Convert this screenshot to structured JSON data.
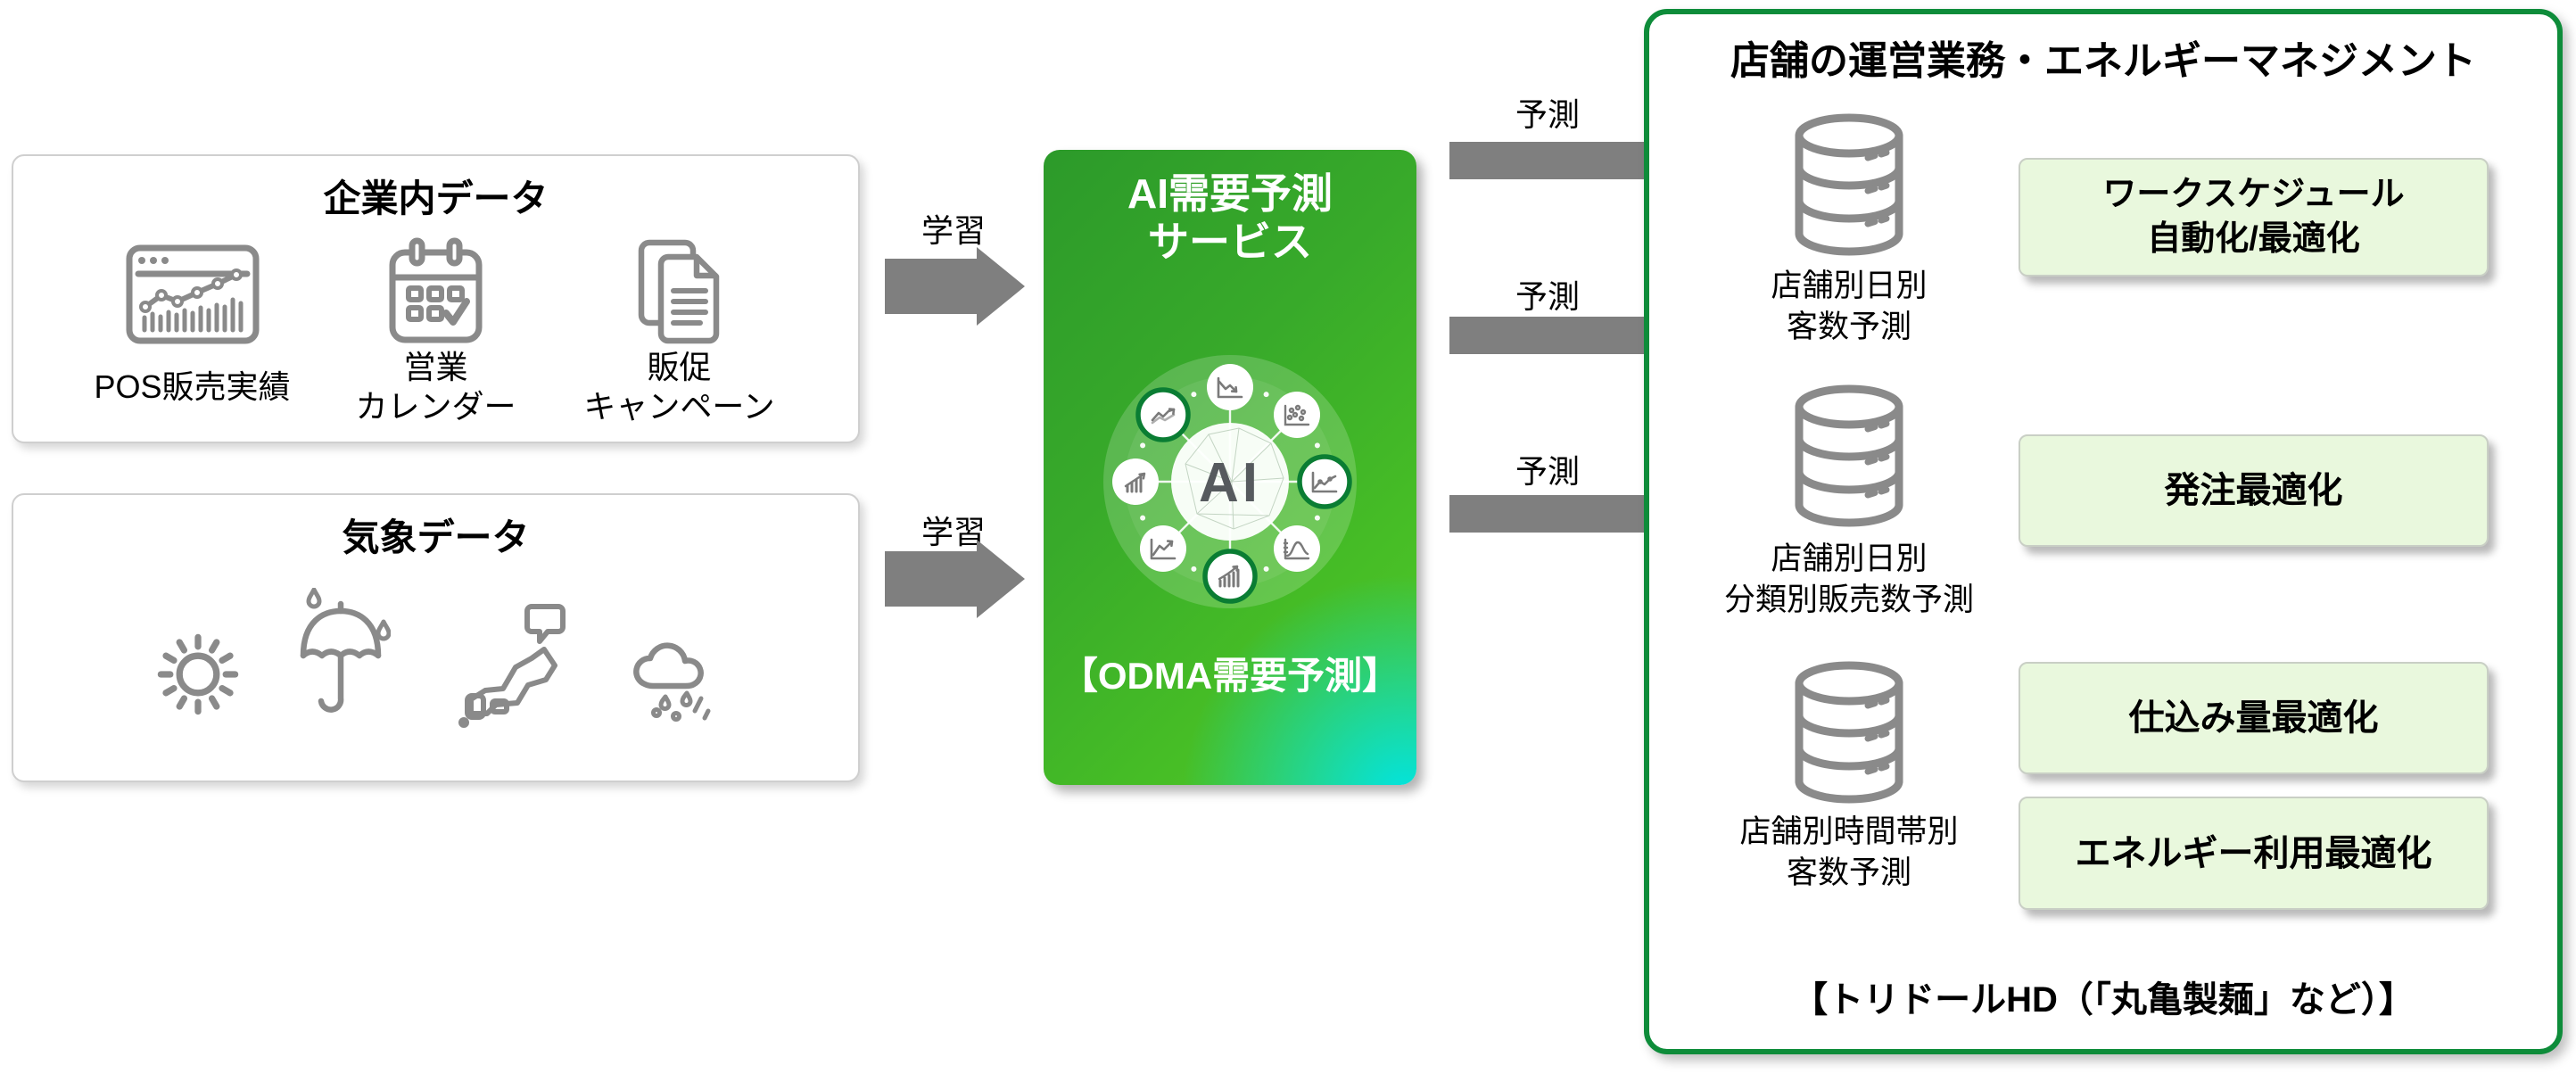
{
  "left_panels": {
    "internal_data": {
      "title": "企業内データ",
      "items": [
        {
          "icon": "pos-sales-chart-icon",
          "lines": [
            "POS販売実績"
          ]
        },
        {
          "icon": "business-calendar-icon",
          "lines": [
            "営業",
            "カレンダー"
          ]
        },
        {
          "icon": "promotion-documents-icon",
          "lines": [
            "販促",
            "キャンペーン"
          ]
        }
      ]
    },
    "weather_data": {
      "title": "気象データ",
      "icons": [
        "sun-icon",
        "umbrella-rain-icon",
        "japan-map-icon",
        "rain-cloud-icon"
      ]
    }
  },
  "flows": {
    "learn_labels": [
      "学習",
      "学習"
    ],
    "predict_labels": [
      "予測",
      "予測",
      "予測"
    ]
  },
  "ai_service": {
    "title_lines": [
      "AI需要予測",
      "サービス"
    ],
    "core_label": "AI",
    "product_label": "【ODMA需要予測】"
  },
  "right_panel": {
    "title": "店舗の運営業務・エネルギーマネジメント",
    "predictions": [
      {
        "db_lines": [
          "店舗別日別",
          "客数予測"
        ]
      },
      {
        "db_lines": [
          "店舗別日別",
          "分類別販売数予測"
        ]
      },
      {
        "db_lines": [
          "店舗別時間帯別",
          "客数予測"
        ]
      }
    ],
    "actions": [
      {
        "lines": [
          "ワークスケジュール",
          "自動化/最適化"
        ]
      },
      {
        "lines": [
          "発注最適化"
        ]
      },
      {
        "lines": [
          "仕込み量最適化"
        ]
      },
      {
        "lines": [
          "エネルギー利用最適化"
        ]
      }
    ],
    "company_note": "【トリドールHD（「丸亀製麺」など）】"
  },
  "colors": {
    "outcome_border_green": "#0e8c3a",
    "action_box_green": "#e9f8dd",
    "arrow_gray": "#7f7f7f",
    "icon_gray": "#8a8a8a",
    "ai_gradient_start": "#2c9a2a",
    "ai_gradient_end": "#00e4e2"
  }
}
